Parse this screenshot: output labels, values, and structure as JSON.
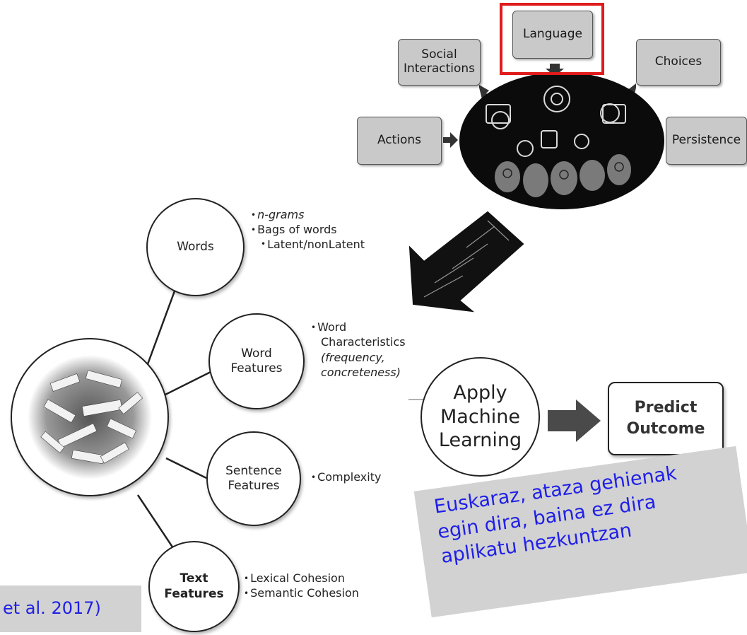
{
  "top_cluster": {
    "language": "Language",
    "social": [
      "Social",
      "Interactions"
    ],
    "choices": "Choices",
    "actions": "Actions",
    "persistence": "Persistence"
  },
  "features": {
    "words": {
      "label": "Words",
      "bullets": [
        "n-grams",
        "Bags of words",
        "Latent/nonLatent"
      ]
    },
    "word_features": {
      "label": [
        "Word",
        "Features"
      ],
      "bullets": [
        "Word",
        "Characteristics",
        "(frequency,",
        "concreteness)"
      ]
    },
    "sentence_features": {
      "label": [
        "Sentence",
        "Features"
      ],
      "bullets": [
        "Complexity"
      ]
    },
    "text_features": {
      "label": [
        "Text",
        "Features"
      ],
      "bullets": [
        "Lexical Cohesion",
        "Semantic Cohesion"
      ]
    }
  },
  "apply_ml": [
    "Apply",
    "Machine",
    "Learning"
  ],
  "predict": [
    "Predict",
    "Outcome"
  ],
  "note": [
    "Euskaraz, ataza gehienak",
    "egin dira, baina ez dira",
    "aplikatu hezkuntzan"
  ],
  "citation": "et al. 2017)",
  "colors": {
    "highlight": "#e01b1b",
    "note_text": "#1f1fe8",
    "box_fill": "#c9c9c9"
  }
}
